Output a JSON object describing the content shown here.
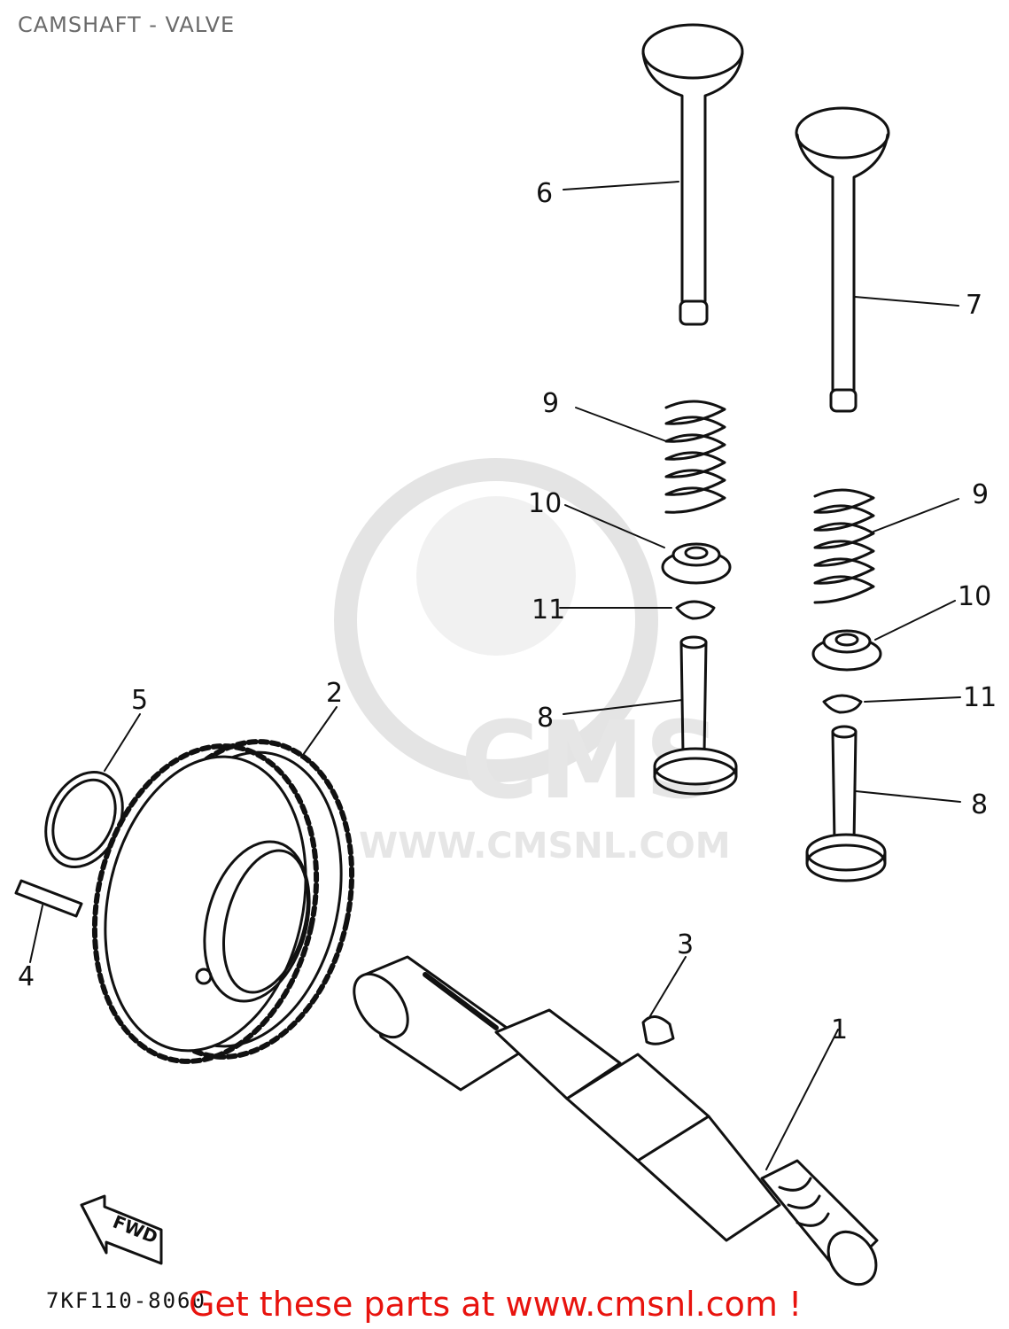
{
  "title": "CAMSHAFT - VALVE",
  "callouts": {
    "c1": "1",
    "c2": "2",
    "c3": "3",
    "c4": "4",
    "c5": "5",
    "c6": "6",
    "c7": "7",
    "c8a": "8",
    "c8b": "8",
    "c9a": "9",
    "c9b": "9",
    "c10a": "10",
    "c10b": "10",
    "c11a": "11",
    "c11b": "11"
  },
  "fwd_label": "FWD",
  "watermark": {
    "logo_text": "CMS",
    "url_text": "WWW.CMSNL.COM"
  },
  "footer": {
    "code": "7KF110-8060",
    "cta": "Get these parts at www.cmsnl.com !"
  },
  "colors": {
    "ink": "#111111",
    "title": "#6a6a6a",
    "cta": "#e8130e",
    "watermark": "#ececec"
  }
}
